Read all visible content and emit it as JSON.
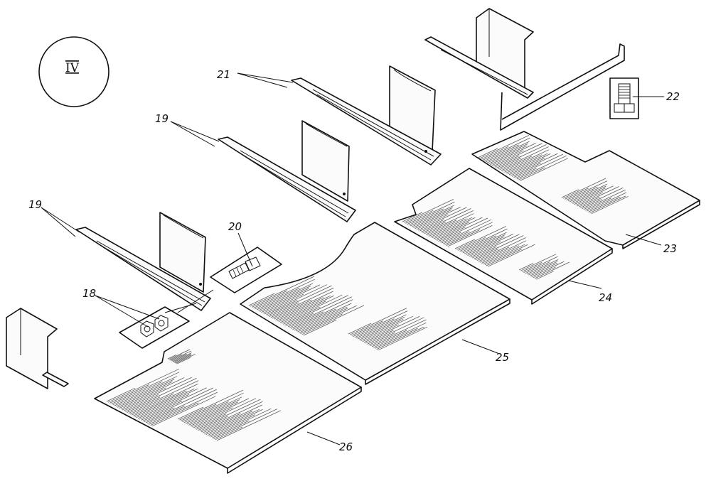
{
  "section": {
    "marker": "IV"
  },
  "callouts": {
    "c18": "18",
    "c19_upper": "19",
    "c19_lower": "19",
    "c20": "20",
    "c21": "21",
    "c22": "22",
    "c23": "23",
    "c24": "24",
    "c25": "25",
    "c26": "26"
  },
  "parts": {
    "18": "nuts",
    "19": "side-rail-with-bracket",
    "20": "bolt",
    "21": "side-rail-with-bracket",
    "22": "bolt",
    "23": "floor-panel",
    "24": "floor-panel",
    "25": "floor-panel-with-cutout",
    "26": "floor-panel"
  },
  "colors": {
    "ink": "#111111",
    "paper": "#ffffff"
  }
}
